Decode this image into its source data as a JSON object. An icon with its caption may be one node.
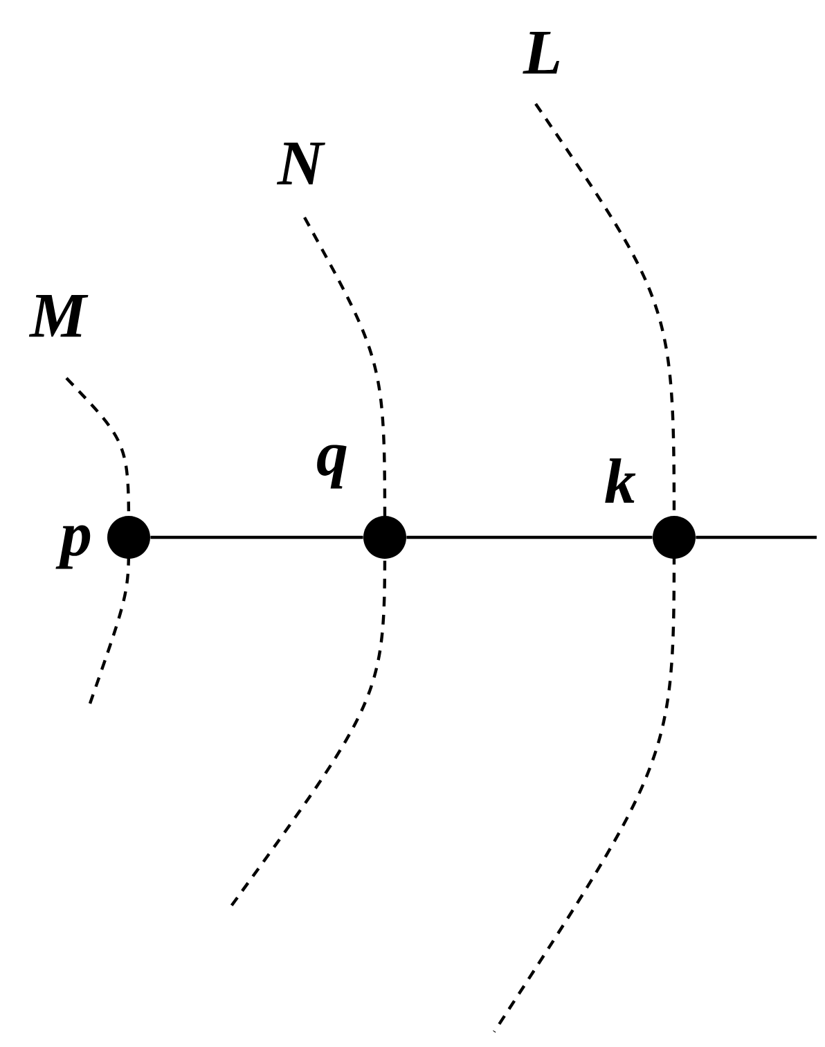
{
  "diagram": {
    "nodes": [
      {
        "text": [],
        "shape": "circle",
        "beside": [
          "p"
        ]
      },
      {
        "text": [],
        "shape": "circle",
        "beside": [
          "q"
        ]
      },
      {
        "text": [],
        "shape": "circle",
        "beside": [
          "k"
        ]
      }
    ],
    "edges": [
      {
        "from": 0,
        "to": 1,
        "arrow": "none"
      },
      {
        "from": 1,
        "to": 2,
        "arrow": "none"
      },
      {
        "from": 2,
        "to": null,
        "arrow": "none"
      }
    ],
    "labels": [
      "L",
      "N",
      "M"
    ]
  }
}
